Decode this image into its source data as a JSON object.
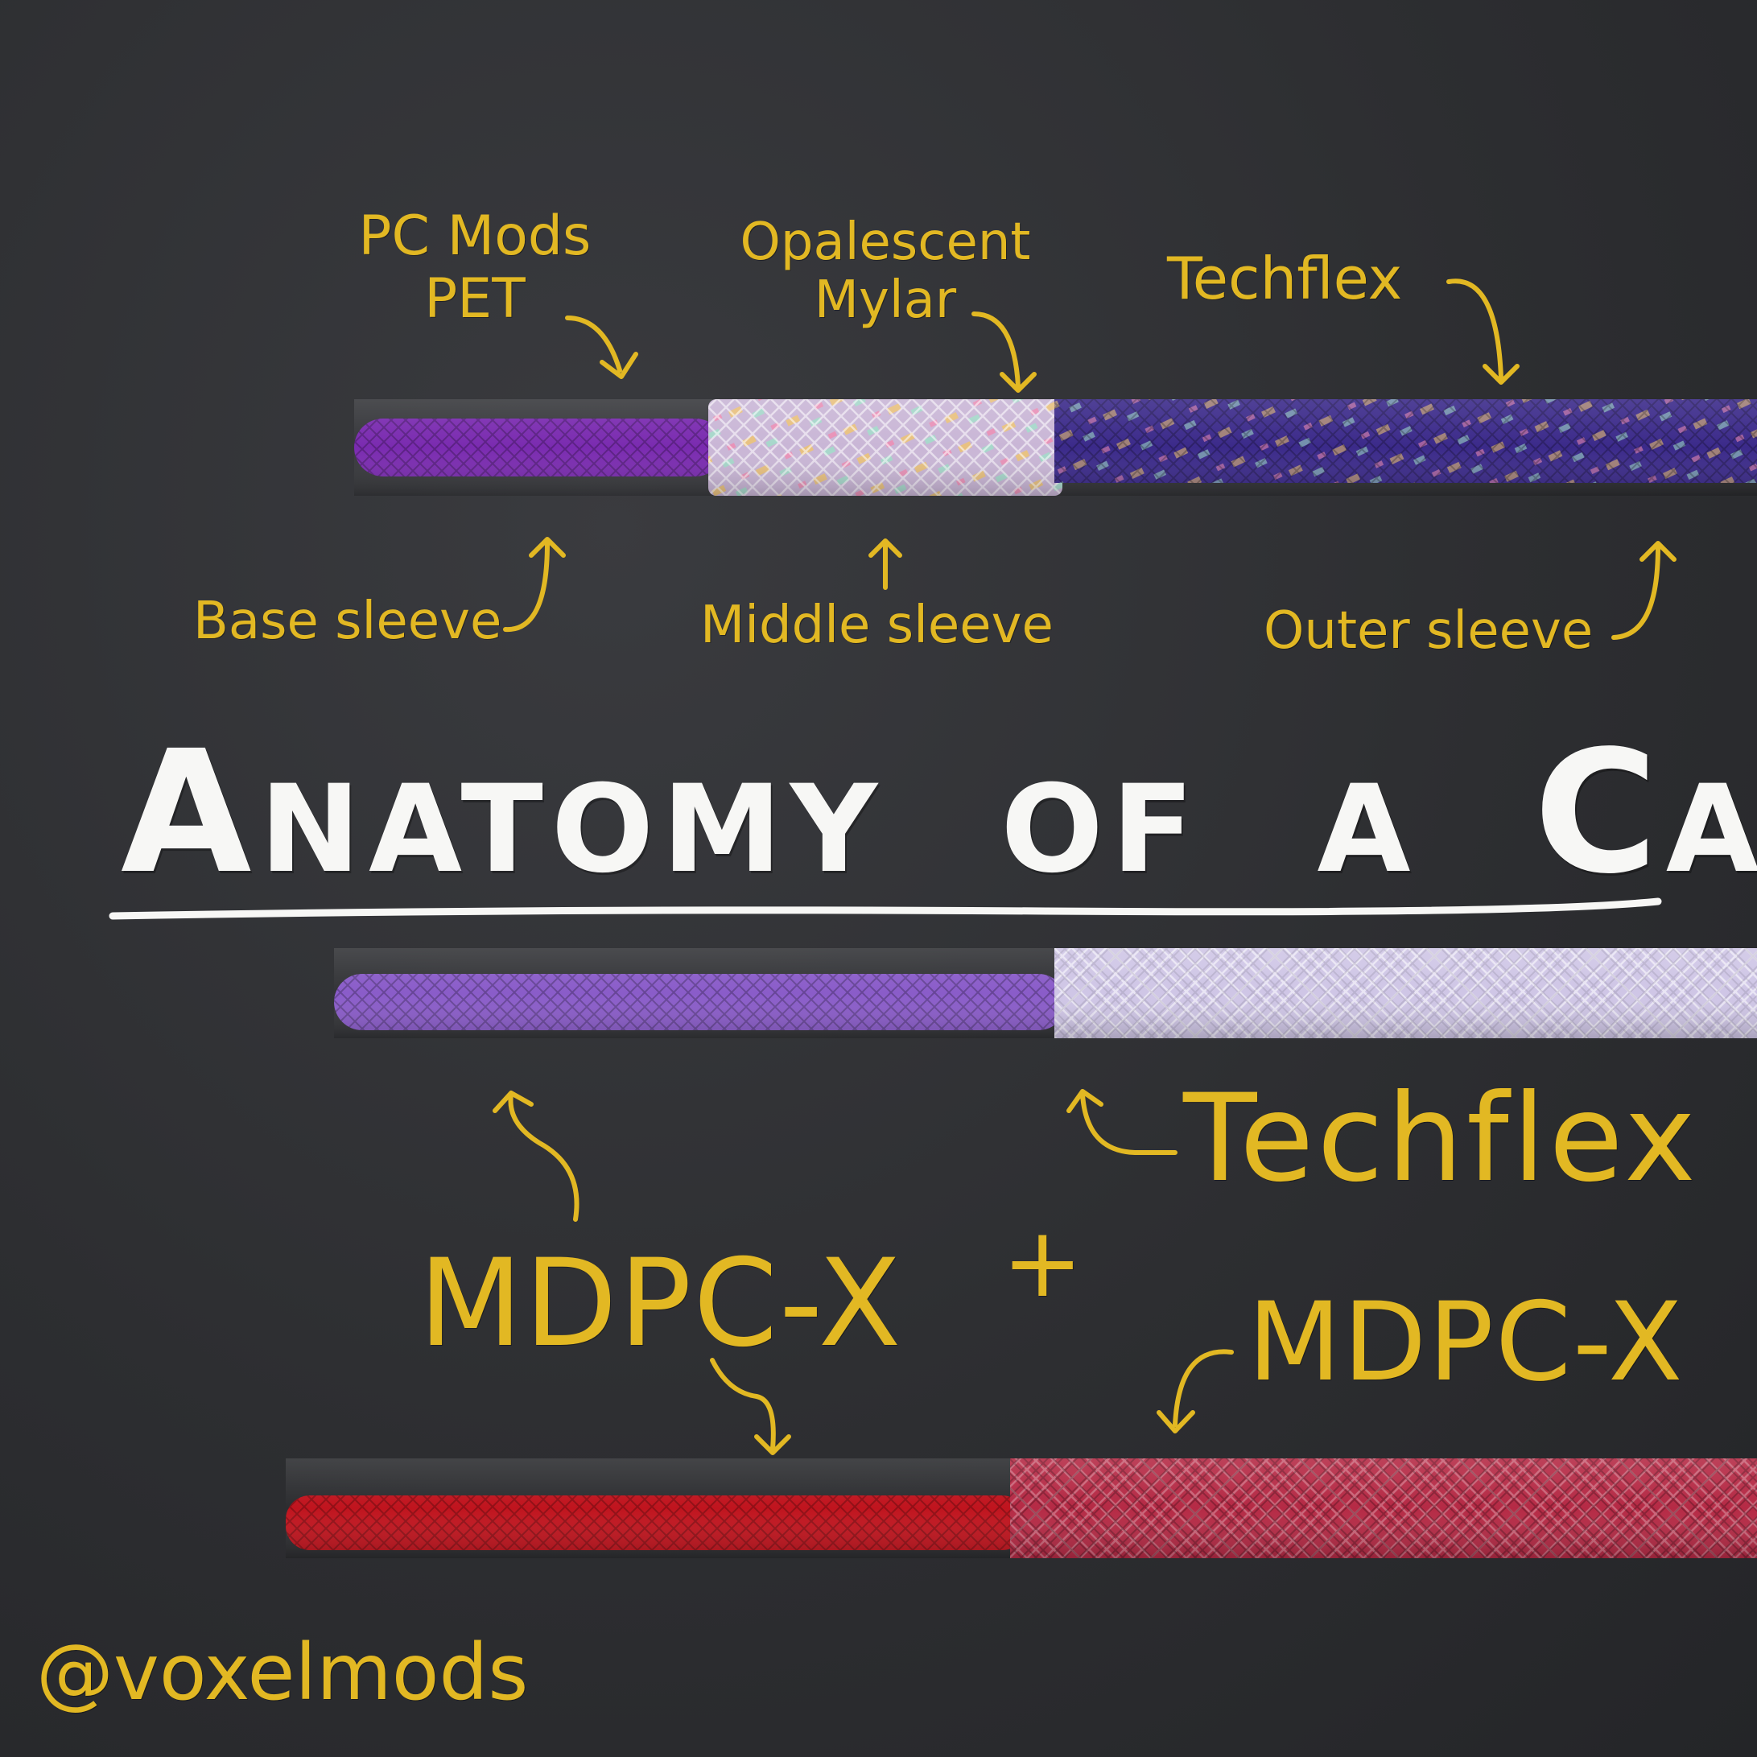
{
  "title": {
    "parts": [
      {
        "big": "A",
        "small": "NATOMY"
      },
      {
        "big": "",
        "small": "OF"
      },
      {
        "big": "",
        "small": "A"
      },
      {
        "big": "C",
        "small": "ABLE"
      }
    ]
  },
  "labels": {
    "pc_mods_pet_line1": "PC Mods",
    "pc_mods_pet_line2": "PET",
    "opalescent_line1": "Opalescent",
    "opalescent_line2": "Mylar",
    "techflex_top": "Techflex",
    "base_sleeve": "Base sleeve",
    "middle_sleeve": "Middle sleeve",
    "outer_sleeve": "Outer sleeve",
    "techflex_mid": "Techflex",
    "mdpc_left": "MDPC-X",
    "plus": "+",
    "mdpc_right": "MDPC-X",
    "handle": "@voxelmods"
  },
  "colors": {
    "label": "#e2b823",
    "title": "#f7f7f5",
    "background": "#2b2c2f",
    "purple_base": "#7a2bb0",
    "opal_mylar": "#c9b6d6",
    "techflex_violet": "#3b2a8a",
    "lavender": "#8a5cc9",
    "clear_techflex": "#cfc6e6",
    "red_base": "#c0141e",
    "red_outer": "#b52a45"
  }
}
